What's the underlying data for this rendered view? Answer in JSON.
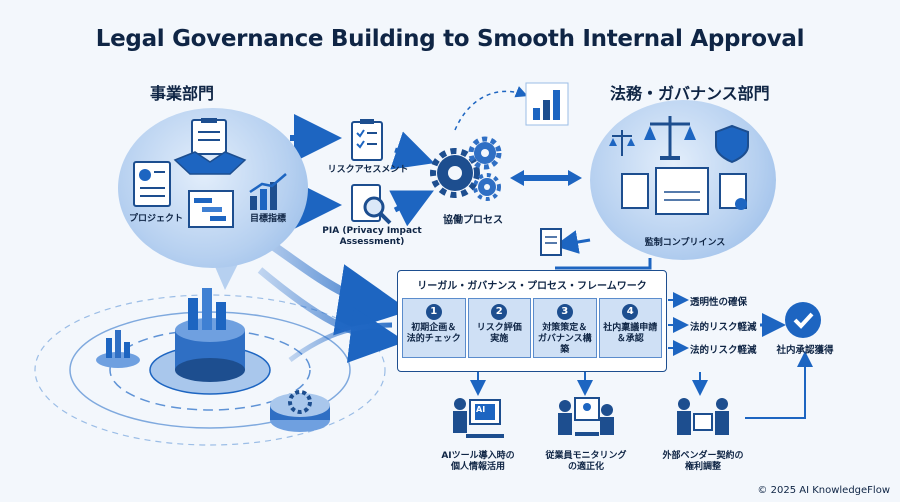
{
  "title": "Legal Governance Building to Smooth Internal Approval",
  "business_dept": {
    "heading": "事業部門",
    "items": {
      "project": "プロジェクト",
      "kpi": "目標指標"
    }
  },
  "legal_dept": {
    "heading": "法務・ガバナンス部門",
    "items": {
      "compliance": "監制コンプリインス"
    }
  },
  "center": {
    "risk_assessment": "リスクアセスメント",
    "pia_line1": "PIA (Privacy Impact",
    "pia_line2": "Assessment)",
    "collab": "協働プロセス"
  },
  "framework": {
    "title": "リーガル・ガバナンス・プロセス・フレームワーク",
    "steps": [
      {
        "num": "1",
        "line1": "初期企画＆",
        "line2": "法的チェック"
      },
      {
        "num": "2",
        "line1": "リスク評価",
        "line2": "実施"
      },
      {
        "num": "3",
        "line1": "対策策定＆",
        "line2": "ガバナンス構築"
      },
      {
        "num": "4",
        "line1": "社内稟議申請",
        "line2": "＆承認"
      }
    ],
    "outcomes": [
      "透明性の確保",
      "法的リスク軽減",
      "法的リスク軽減"
    ],
    "result": "社内承認獲得"
  },
  "cases": [
    {
      "line1": "AIツール導入時の",
      "line2": "個人情報活用",
      "badge": "AI"
    },
    {
      "line1": "従業員モニタリング",
      "line2": "の適正化"
    },
    {
      "line1": "外部ベンダー契約の",
      "line2": "権利調整"
    }
  ],
  "footer": "© 2025 AI KnowledgeFlow",
  "colors": {
    "navy": "#0f2545",
    "blue": "#1d65c1",
    "light": "#cfe0f5"
  }
}
